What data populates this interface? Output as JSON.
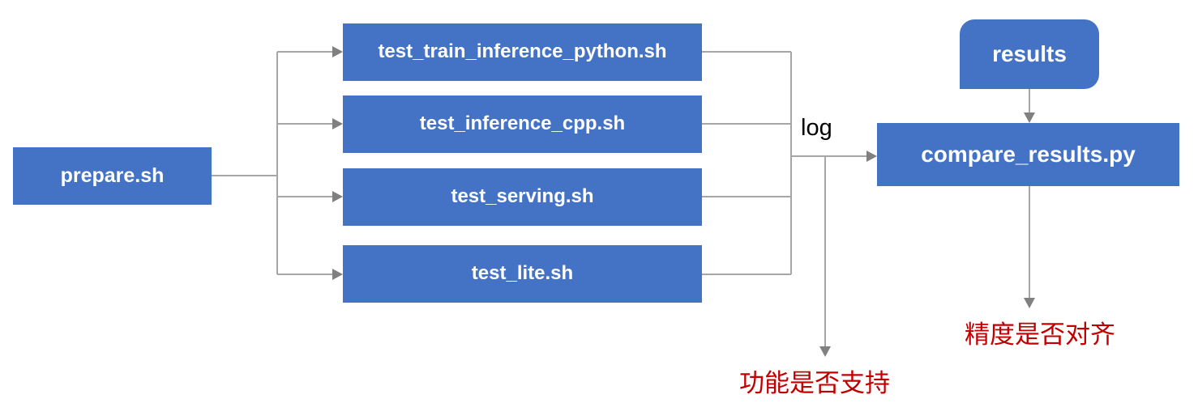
{
  "diagram": {
    "title_text": "",
    "accent_blue": "#4473C5",
    "connector_gray": "#A6A6A6",
    "arrowhead_gray": "#808080",
    "annotation_red": "#C00000",
    "nodes": {
      "prepare": "prepare.sh",
      "test_train_inference_python": "test_train_inference_python.sh",
      "test_inference_cpp": "test_inference_cpp.sh",
      "test_serving": "test_serving.sh",
      "test_lite": "test_lite.sh",
      "compare_results": "compare_results.py",
      "results": "results"
    },
    "edge_labels": {
      "log": "log"
    },
    "annotations": {
      "feature_supported": "功能是否支持",
      "precision_aligned": "精度是否对齐"
    }
  }
}
